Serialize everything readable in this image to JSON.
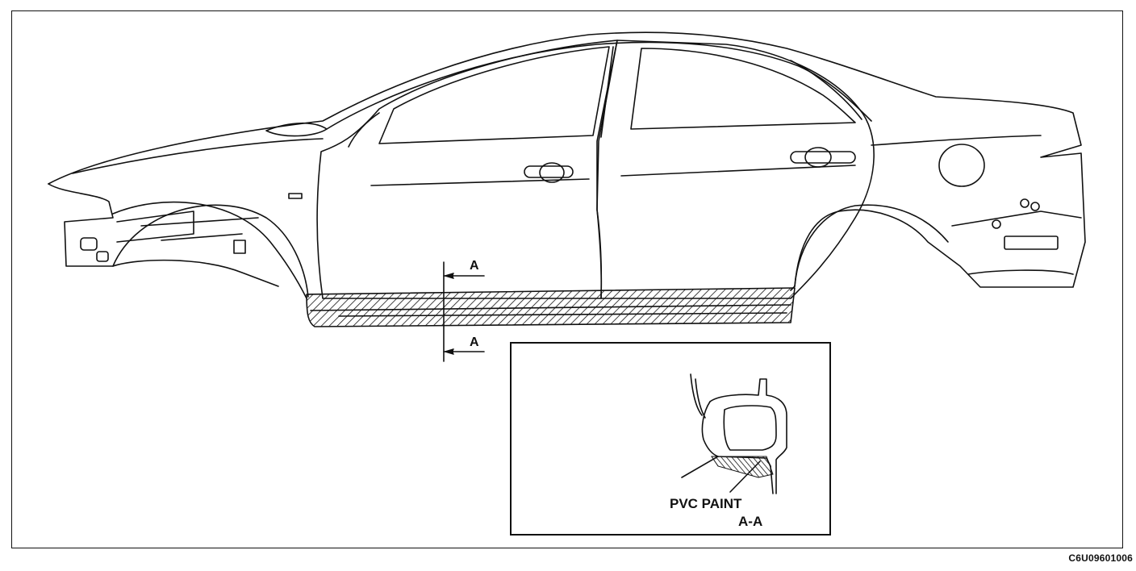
{
  "section_label_upper": "A",
  "section_label_lower": "A",
  "inset_callout": "PVC PAINT",
  "inset_section": "A-A",
  "figure_code": "C6U09601006"
}
